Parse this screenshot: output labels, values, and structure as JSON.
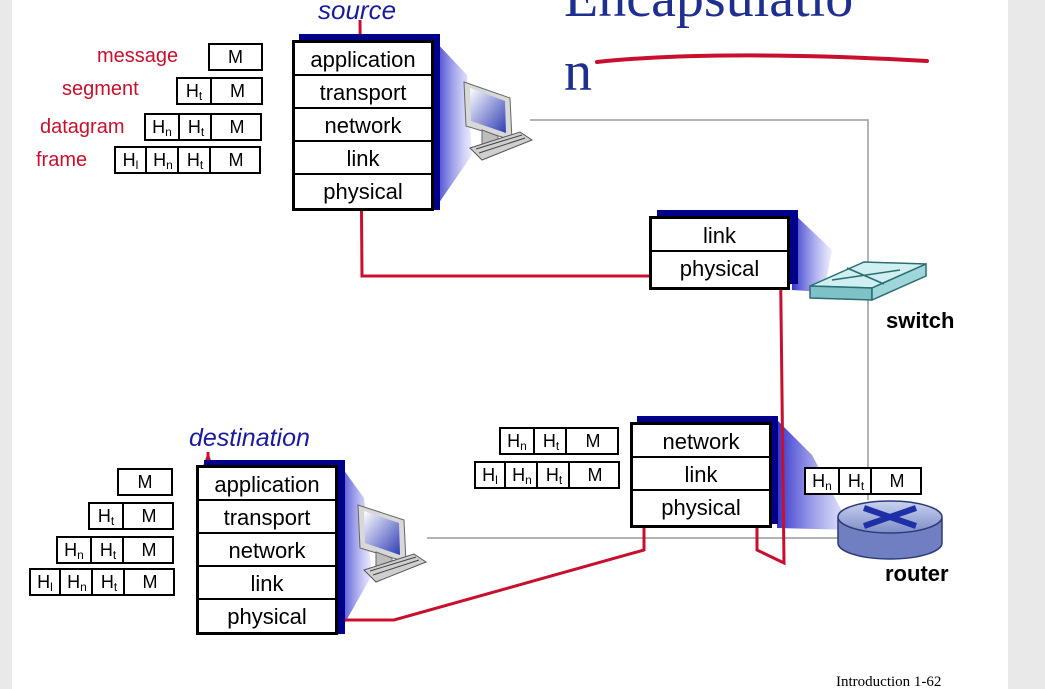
{
  "title_line1": "Encapsulatio",
  "title_line2": "n",
  "source": {
    "label": "source",
    "layers": [
      "application",
      "transport",
      "network",
      "link",
      "physical"
    ],
    "pdu_labels": [
      "message",
      "segment",
      "datagram",
      "frame"
    ]
  },
  "headers": {
    "M": "M",
    "Ht": "H",
    "t": "t",
    "Hn": "H",
    "n": "n",
    "Hl": "H",
    "l": "l"
  },
  "switch": {
    "label": "switch",
    "layers": [
      "link",
      "physical"
    ]
  },
  "router": {
    "label": "router",
    "layers": [
      "network",
      "link",
      "physical"
    ]
  },
  "destination": {
    "label": "destination",
    "layers": [
      "application",
      "transport",
      "network",
      "link",
      "physical"
    ]
  },
  "footer": "Introduction 1-62",
  "colors": {
    "path": "#c8102e",
    "title": "#1f2f8f",
    "stack_shadow": "#00008b",
    "dest_label": "#1a1a9e"
  }
}
